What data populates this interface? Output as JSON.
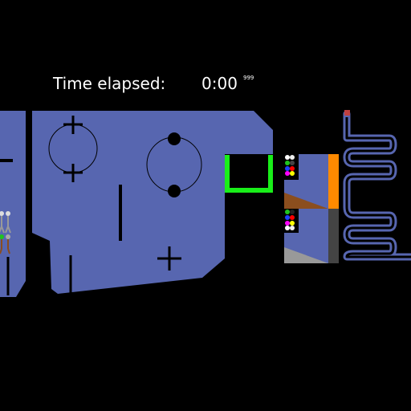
{
  "hud": {
    "time_label": "Time elapsed:",
    "time_value": "0:00",
    "superscript": "999"
  },
  "colors": {
    "background": "#000000",
    "floor": "#5766b0",
    "goal_outline": "#19ef19",
    "orange_bar": "#ff8a00",
    "dark_bar": "#444444",
    "brown_ramp": "#8b4e1e",
    "gray_ramp": "#999999",
    "pipe_stroke": "#5766b0",
    "pipe_cap": "#c04040"
  },
  "icons": {
    "plus_a": "plus-icon",
    "plus_b": "plus-icon",
    "plus_c": "plus-icon",
    "ring_a": "circle-outline-icon",
    "ring_b": "circle-outline-icon"
  }
}
